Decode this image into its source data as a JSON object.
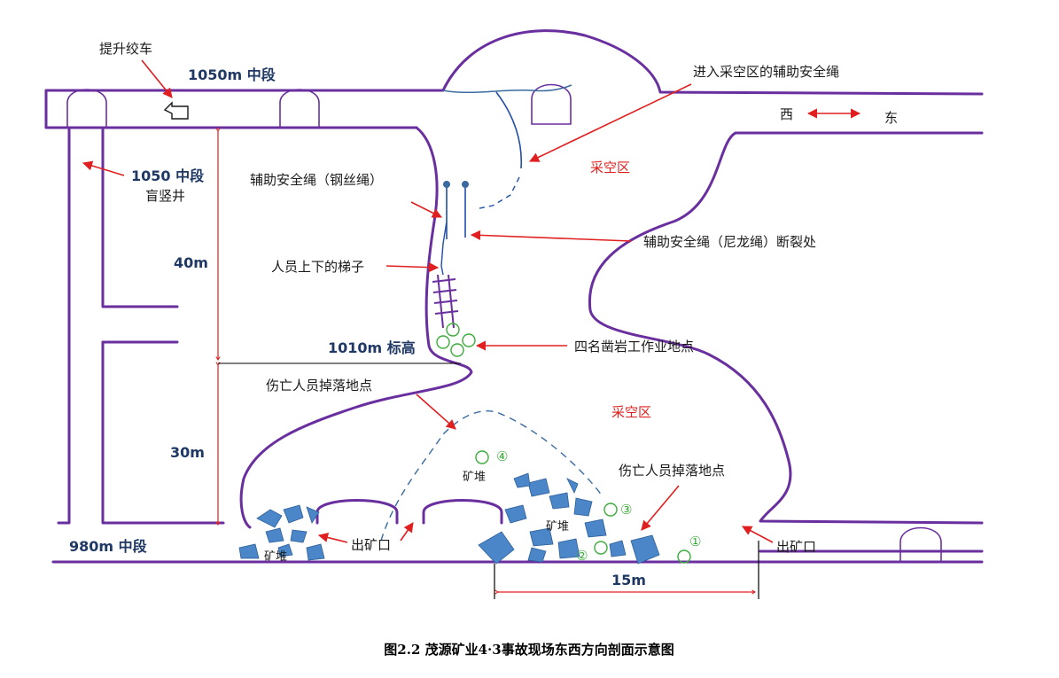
{
  "labels": {
    "hoist": "提升绞车",
    "level_1050": "1050m 中段",
    "rope_entry": "进入采空区的辅助安全绳",
    "direction_west": "西",
    "direction_east": "东",
    "blind_shaft_1": "1050 中段",
    "blind_shaft_2": "盲竖井",
    "gob_upper": "采空区",
    "steel_rope": "辅助安全绳（钢丝绳）",
    "nylon_break": "辅助安全绳（尼龙绳）断裂处",
    "height_40": "40m",
    "ladder": "人员上下的梯子",
    "drill_site": "四名凿岩工作业地点",
    "elev_1010": "1010m 标高",
    "fall_site_1": "伤亡人员掉落地点",
    "gob_lower": "采空区",
    "height_30": "30m",
    "fall_site_2": "伤亡人员掉落地点",
    "ore_pile_top": "矿堆",
    "ore_pile_mid": "矿堆",
    "ore_pile_left": "矿堆",
    "exit_left": "出矿口",
    "exit_right": "出矿口",
    "level_980": "980m 中段",
    "width_15": "15m",
    "victim_1": "①",
    "victim_2": "②",
    "victim_3": "③",
    "victim_4": "④"
  },
  "caption": "图2.2  茂源矿业4·3事故现场东西方向剖面示意图",
  "colors": {
    "wall": "#6a2f9f",
    "annotation": "#e02020",
    "rope": "#1f4fa8",
    "rock": "#4a86c8",
    "person": "#3cab3c",
    "dimension": "#e02020",
    "level_text": "#1f3864"
  }
}
